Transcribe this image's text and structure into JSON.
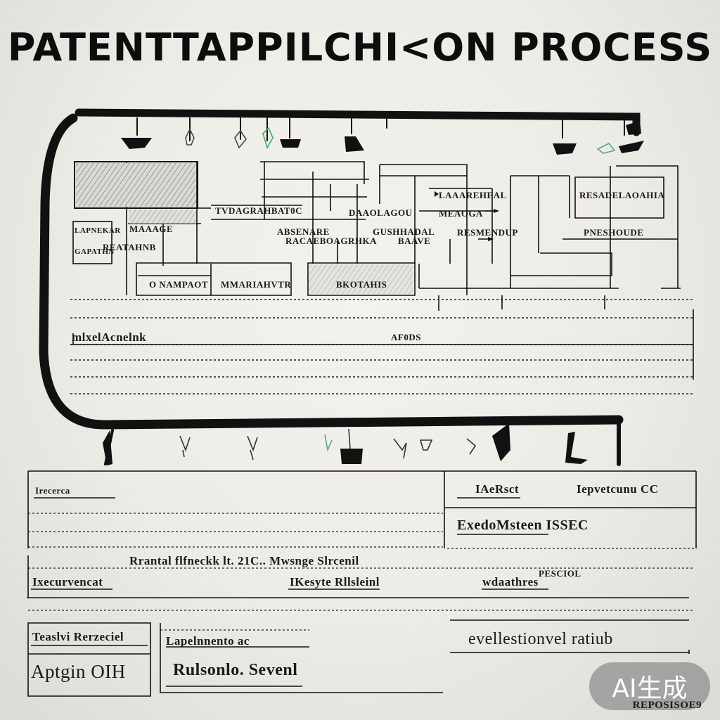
{
  "title": "PATENTTAPPILCHI<ON PROCESS",
  "flow_panel": {
    "box_labels": [
      "TVDAGRAHBAT0C",
      "DAAOLAGOU",
      "LAAAREHEAL",
      "MEAOGA",
      "ABSENARE",
      "GUSHHADAL",
      "RESMENDUP",
      "RACAEBOAGRHKA",
      "BAAVE",
      "MAAAGE",
      "LAPNEKAR",
      "REATAHNB",
      "GAPATHN",
      "PNESHOUDE",
      "RESADELAOAHIA",
      "O NAMPAOT",
      "MMARIAHVTR",
      "BKOTAHIS"
    ],
    "row_label": "mlxelAcnelnk",
    "row_mid_label": "AF0DS"
  },
  "lower_form": {
    "row1_left": "Irecerca",
    "row1_right_a": "IAeRsct",
    "row1_right_b": "Iepvetcunu CC",
    "row2_right": "ExedoMsteen ISSEC",
    "row3_top": "Rrantal flfneckk  lt. 21C..  Mwsnge Slrcenil",
    "row3_left": "Ixecurvencat",
    "row3_mid": "IKesyte Rllsleinl",
    "row3_right_a": "wdaathres",
    "row3_right_b": "PESCIOL",
    "row4_left_top": "Teaslvi Rerzeciel",
    "row4_left_bottom": "Aptgin OIH",
    "row4_mid_top": "Lapelnnento ac",
    "row4_mid_bottom": "Rulsonlo. Sevenl",
    "row4_right": "evellestionvel  ratiub"
  },
  "watermark": "AI生成",
  "footer_code": "REPOSISOE9"
}
